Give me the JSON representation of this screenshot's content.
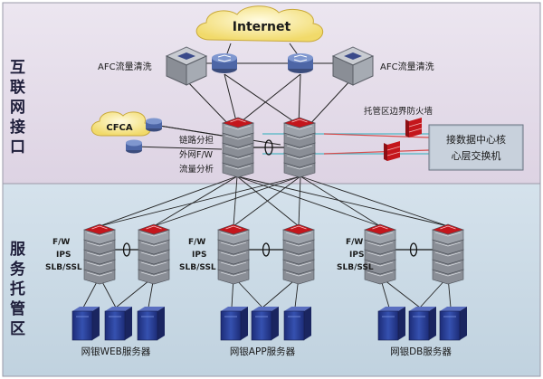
{
  "zones": {
    "internet_zone": "互联网接口",
    "hosting_zone": "服务托管区"
  },
  "internet": "Internet",
  "afc_left": "AFC流量清洗",
  "afc_right": "AFC流量清洗",
  "cfca": "CFCA",
  "core_functions": [
    "链路分担",
    "外网F/W",
    "流量分析"
  ],
  "boundary_firewall": "托管区边界防火墙",
  "core_switch": [
    "接数据中心核",
    "心层交换机"
  ],
  "pod_functions": [
    "F/W",
    "IPS",
    "SLB/SSL"
  ],
  "servers": {
    "web": "网银WEB服务器",
    "app": "网银APP服务器",
    "db": "网银DB服务器"
  },
  "colors": {
    "zone_top": "#e4dce9",
    "zone_bottom": "#cad9e5",
    "device_red": "#c4161c",
    "device_gray": "#8a8e96",
    "server_blue": "#2c3f96",
    "link_cyan": "#4fb6c4",
    "link_red": "#d84a4a",
    "cloud_yellow": "#f6e58a"
  }
}
